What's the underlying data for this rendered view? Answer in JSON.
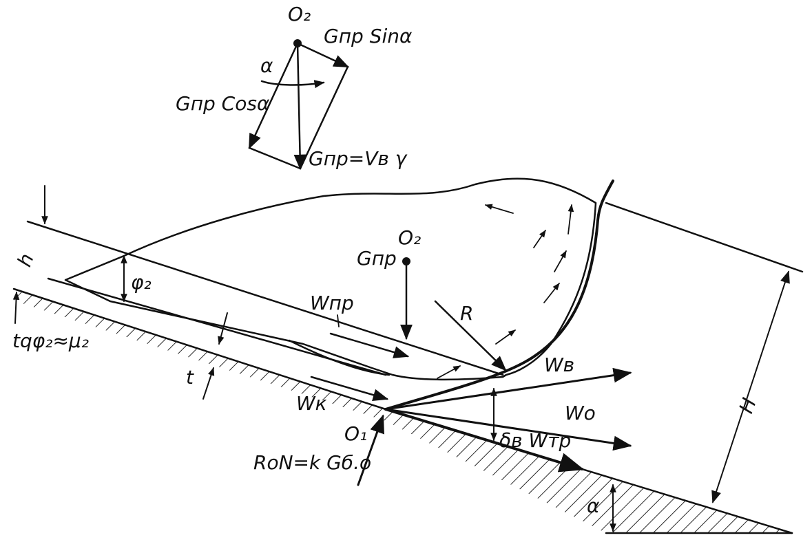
{
  "labels": {
    "o2_top": "O₂",
    "g_sin": "Gпр Sinα",
    "alpha_top": "α",
    "g_cos": "Gпр Cosα",
    "g_eq": "Gпр=Vв γ",
    "h": "h",
    "phi2": "φ₂",
    "tg_mu": "tqφ₂≈μ₂",
    "t": "t",
    "w_pr": "Wпр",
    "o2_mid": "O₂",
    "g_pr_mid": "Gпр",
    "r": "R",
    "w_b": "Wв",
    "w_o": "Wo",
    "w_k": "Wк",
    "o1": "O₁",
    "delta_w_tr": "δв Wтр",
    "r_on": "RoN=k Gб.о",
    "h_big": "H",
    "alpha_bottom": "α"
  }
}
